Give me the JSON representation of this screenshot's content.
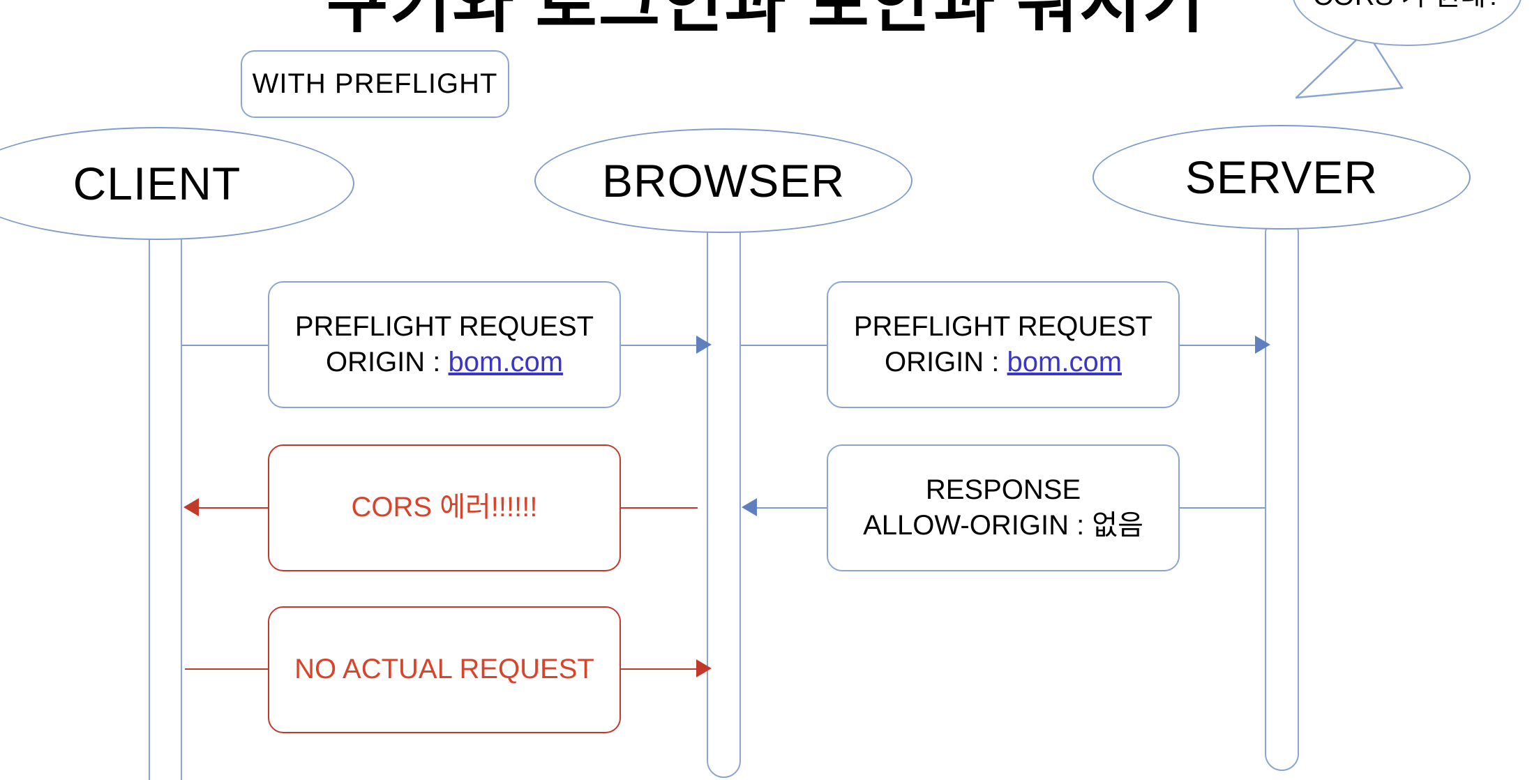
{
  "title": "쿠키와 로그인과 보안과 뭐시기",
  "colors": {
    "line_blue": "#7f9ccb",
    "border_blue": "#8aa5d0",
    "error_red": "#c0392b",
    "error_text_red": "#d8432a",
    "link_blue": "#3a36c8",
    "text_black": "#000000",
    "background": "#ffffff"
  },
  "note": {
    "label": "WITH PREFLIGHT"
  },
  "callout": {
    "text": "CORS 가 뭔데?"
  },
  "actors": [
    {
      "id": "client",
      "label": "CLIENT"
    },
    {
      "id": "browser",
      "label": "BROWSER"
    },
    {
      "id": "server",
      "label": "SERVER"
    }
  ],
  "messages": [
    {
      "id": "client-preflight-request",
      "from": "client",
      "to": "browser",
      "direction": "right",
      "style": "blue",
      "lines": [
        "PREFLIGHT REQUEST",
        "ORIGIN : bom.com"
      ],
      "line1": "PREFLIGHT REQUEST",
      "line2_prefix": "ORIGIN : ",
      "line2_link": "bom.com"
    },
    {
      "id": "browser-preflight-request",
      "from": "browser",
      "to": "server",
      "direction": "right",
      "style": "blue",
      "lines": [
        "PREFLIGHT REQUEST",
        "ORIGIN : bom.com"
      ],
      "line1": "PREFLIGHT REQUEST",
      "line2_prefix": "ORIGIN : ",
      "line2_link": "bom.com"
    },
    {
      "id": "server-response",
      "from": "server",
      "to": "browser",
      "direction": "left",
      "style": "blue",
      "lines": [
        "RESPONSE",
        "ALLOW-ORIGIN : 없음"
      ],
      "line1": "RESPONSE",
      "line2": "ALLOW-ORIGIN : 없음"
    },
    {
      "id": "browser-cors-error",
      "from": "browser",
      "to": "client",
      "direction": "left",
      "style": "red",
      "lines": [
        "CORS 에러!!!!!!"
      ],
      "line1": "CORS 에러!!!!!!"
    },
    {
      "id": "no-actual-request",
      "from": "client",
      "to": "browser",
      "direction": "right",
      "style": "red",
      "lines": [
        "NO ACTUAL REQUEST"
      ],
      "line1": "NO ACTUAL REQUEST"
    }
  ]
}
